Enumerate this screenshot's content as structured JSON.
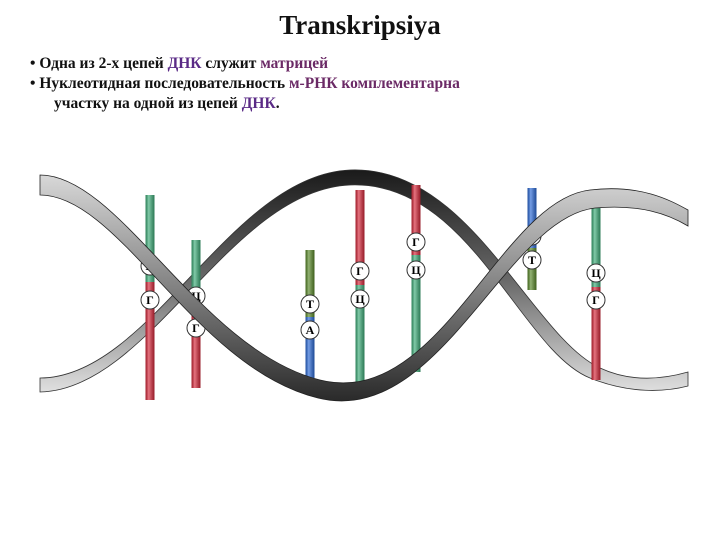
{
  "title": "Transkripsiya",
  "bullets": [
    {
      "marker": "•",
      "parts": [
        {
          "text": " Одна из  2-х цепей ",
          "style": "plain"
        },
        {
          "text": "ДНК",
          "style": "dnk"
        },
        {
          "text": " служит ",
          "style": "plain"
        },
        {
          "text": "матрицей",
          "style": "hl"
        }
      ]
    },
    {
      "marker": "•",
      "parts": [
        {
          "text": " Нуклеотидная   последовательность ",
          "style": "plain"
        },
        {
          "text": "м-РНК комплементарна",
          "style": "hl"
        }
      ],
      "continuation": [
        {
          "text": "участку на одной из цепей ",
          "style": "plain"
        },
        {
          "text": "ДНК",
          "style": "dnk"
        },
        {
          "text": ".",
          "style": "plain"
        }
      ]
    }
  ],
  "colors": {
    "green": "#3fae7a",
    "red": "#d8283a",
    "blue": "#2b6ad8",
    "darkgreen": "#5a8a2a",
    "purple_text": "#6b2a66",
    "dnk_text": "#5a2a86"
  },
  "base_pairs": [
    {
      "upper_color": "green",
      "lower_color": "red",
      "upper_label": "Ц",
      "lower_label": "Г"
    },
    {
      "upper_color": "green",
      "lower_color": "red",
      "upper_label": "Ц",
      "lower_label": "Г"
    },
    {
      "upper_color": "darkgreen",
      "lower_color": "blue",
      "upper_label": "Т",
      "lower_label": "А"
    },
    {
      "upper_color": "red",
      "lower_color": "green",
      "upper_label": "Г",
      "lower_label": "Ц"
    },
    {
      "upper_color": "red",
      "lower_color": "green",
      "upper_label": "Г",
      "lower_label": "Ц"
    },
    {
      "upper_color": "blue",
      "lower_color": "darkgreen",
      "upper_label": "А",
      "lower_label": "Т"
    },
    {
      "upper_color": "green",
      "lower_color": "red",
      "upper_label": "Ц",
      "lower_label": "Г"
    }
  ]
}
